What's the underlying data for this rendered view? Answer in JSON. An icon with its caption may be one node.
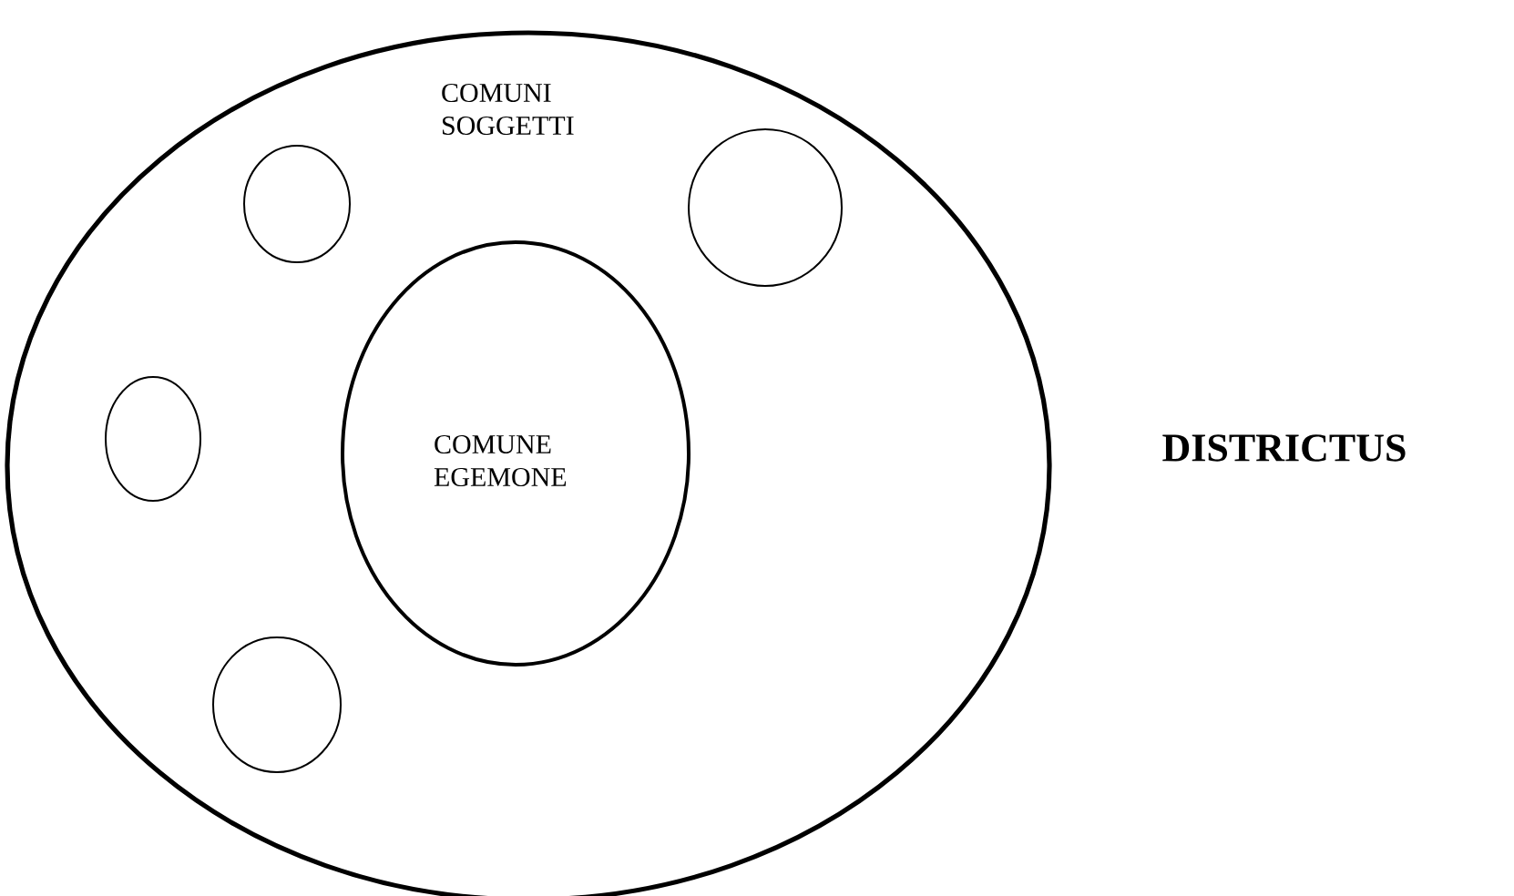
{
  "diagram": {
    "nodes": [
      {
        "text": [
          "COMUNI SOGGETTI"
        ],
        "beside": [
          "DISTRICTUS"
        ]
      },
      {
        "text": [
          "COMUNE EGEMONE"
        ],
        "in": 0
      },
      {
        "text": [],
        "shape": "circle",
        "in": 0
      },
      {
        "text": [],
        "shape": "circle",
        "in": 0
      },
      {
        "text": [],
        "shape": "circle",
        "in": 0
      },
      {
        "text": [],
        "shape": "circle",
        "in": 0
      }
    ]
  }
}
